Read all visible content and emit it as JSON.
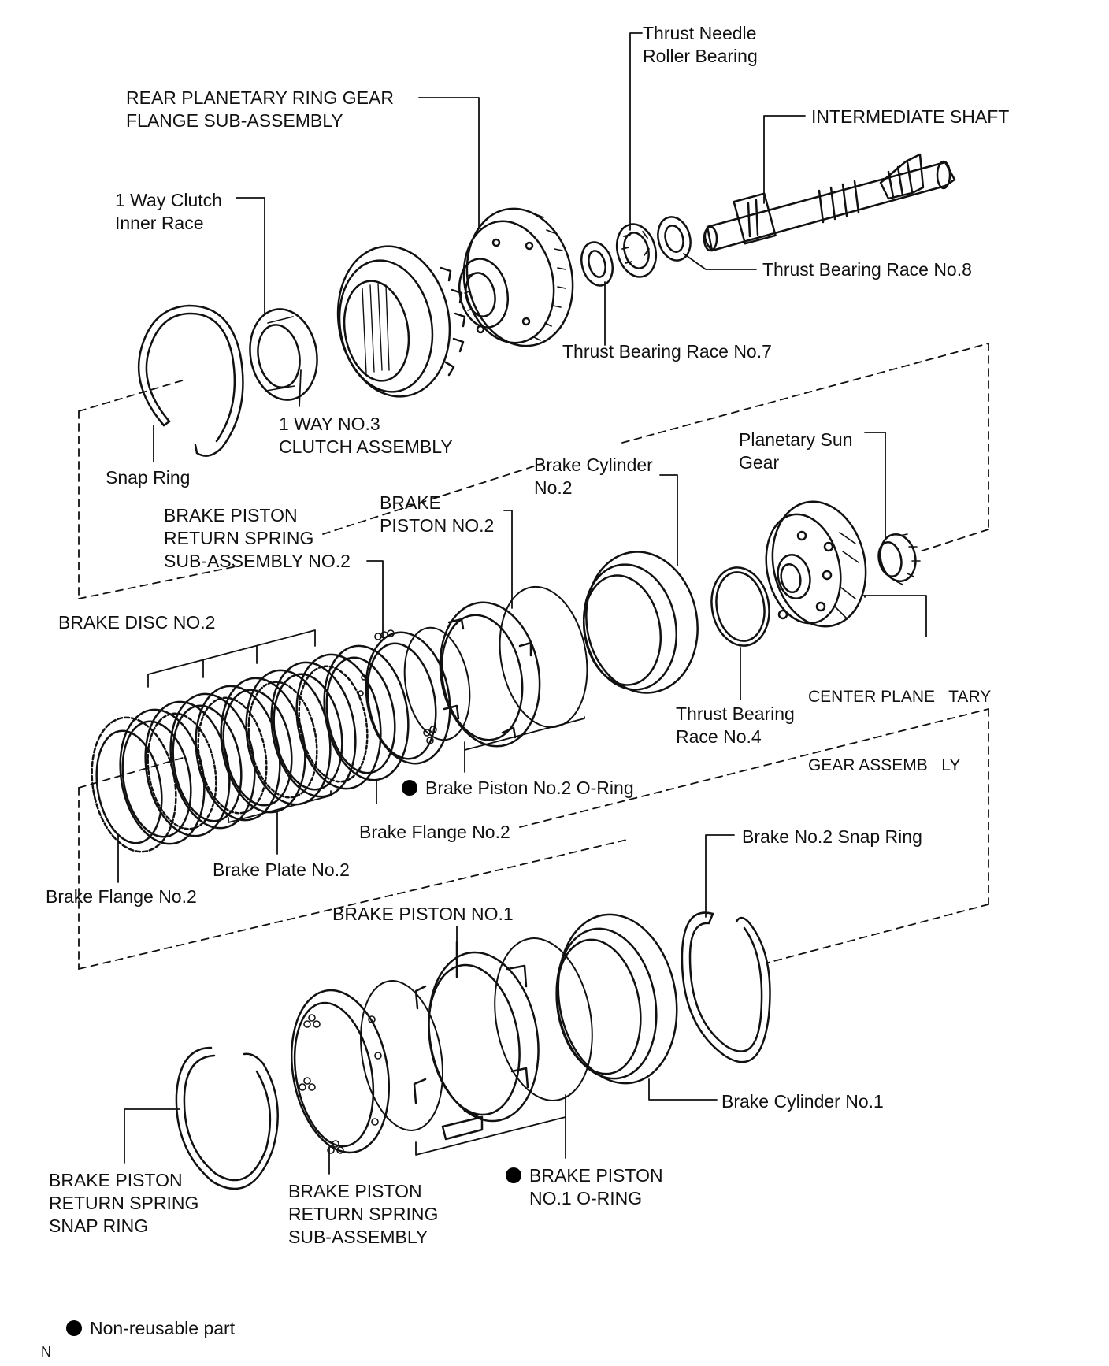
{
  "labels": {
    "thrust_needle_roller_bearing": [
      "Thrust Needle",
      "Roller Bearing"
    ],
    "rear_planetary_ring_gear": [
      "REAR PLANETARY RING GEAR",
      "FLANGE SUB-ASSEMBLY"
    ],
    "intermediate_shaft": [
      "INTERMEDIATE SHAFT"
    ],
    "one_way_clutch_inner_race": [
      "1 Way Clutch",
      "Inner Race"
    ],
    "thrust_bearing_race_no8": [
      "Thrust Bearing Race No.8"
    ],
    "thrust_bearing_race_no7": [
      "Thrust Bearing Race No.7"
    ],
    "one_way_no3_clutch": [
      "1 WAY NO.3",
      "CLUTCH ASSEMBLY"
    ],
    "snap_ring": [
      "Snap Ring"
    ],
    "brake_cylinder_no2": [
      "Brake Cylinder",
      "No.2"
    ],
    "planetary_sun_gear": [
      "Planetary Sun",
      "Gear"
    ],
    "brake_piston_return_spring_no2": [
      "BRAKE PISTON",
      "RETURN SPRING",
      "SUB-ASSEMBLY NO.2"
    ],
    "brake_piston_no2": [
      "BRAKE",
      "PISTON NO.2"
    ],
    "brake_disc_no2": [
      "BRAKE DISC NO.2"
    ],
    "center_planetary_gear": [
      "CENTER PLANE   TARY",
      "GEAR ASSEMB   LY"
    ],
    "thrust_bearing_race_no4": [
      "Thrust Bearing",
      "Race No.4"
    ],
    "brake_piston_no2_oring": [
      "Brake Piston No.2 O-Ring"
    ],
    "brake_flange_no2_upper": [
      "Brake Flange No.2"
    ],
    "brake_no2_snap_ring": [
      "Brake No.2 Snap Ring"
    ],
    "brake_plate_no2": [
      "Brake Plate No.2"
    ],
    "brake_flange_no2_lower": [
      "Brake Flange No.2"
    ],
    "brake_piston_no1": [
      "BRAKE PISTON NO.1"
    ],
    "brake_cylinder_no1": [
      "Brake Cylinder No.1"
    ],
    "brake_piston_no1_oring": [
      "BRAKE PISTON",
      "NO.1 O-RING"
    ],
    "brake_piston_return_spring_snap_ring": [
      "BRAKE PISTON",
      "RETURN SPRING",
      "SNAP RING"
    ],
    "brake_piston_return_spring_sub": [
      "BRAKE PISTON",
      "RETURN SPRING",
      "SUB-ASSEMBLY"
    ]
  },
  "legend": {
    "non_reusable": "Non-reusable part"
  },
  "corner_code": "N",
  "colors": {
    "ink": "#111111",
    "background": "#ffffff"
  }
}
